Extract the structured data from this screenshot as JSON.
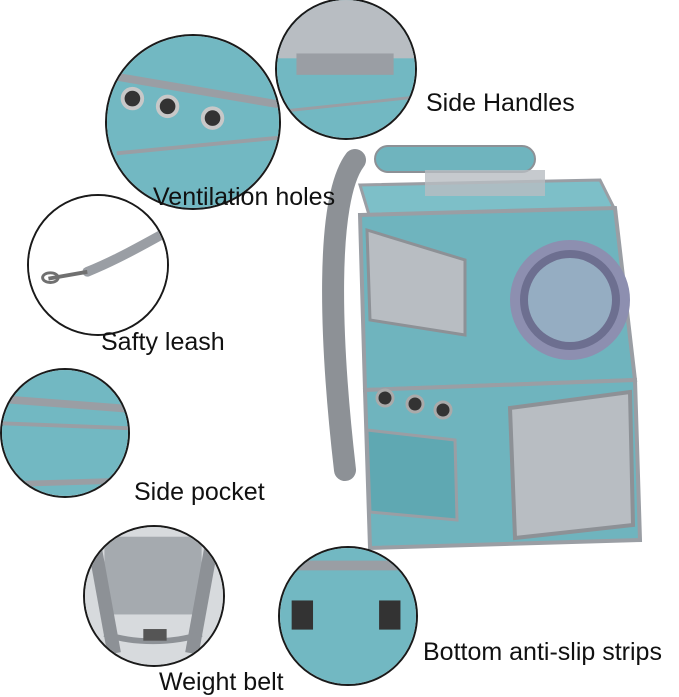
{
  "labels": {
    "side_handles": "Side Handles",
    "ventilation_holes": "Ventilation holes",
    "safety_leash": "Safty leash",
    "side_pocket": "Side pocket",
    "weight_belt": "Weight belt",
    "bottom_strips": "Bottom anti-slip strips"
  },
  "colors": {
    "fabric": "#6fb4be",
    "fabric_dark": "#4f98a3",
    "trim": "#9a9ea4",
    "mesh": "#b8bdc2",
    "outline": "#1a1a1a"
  }
}
